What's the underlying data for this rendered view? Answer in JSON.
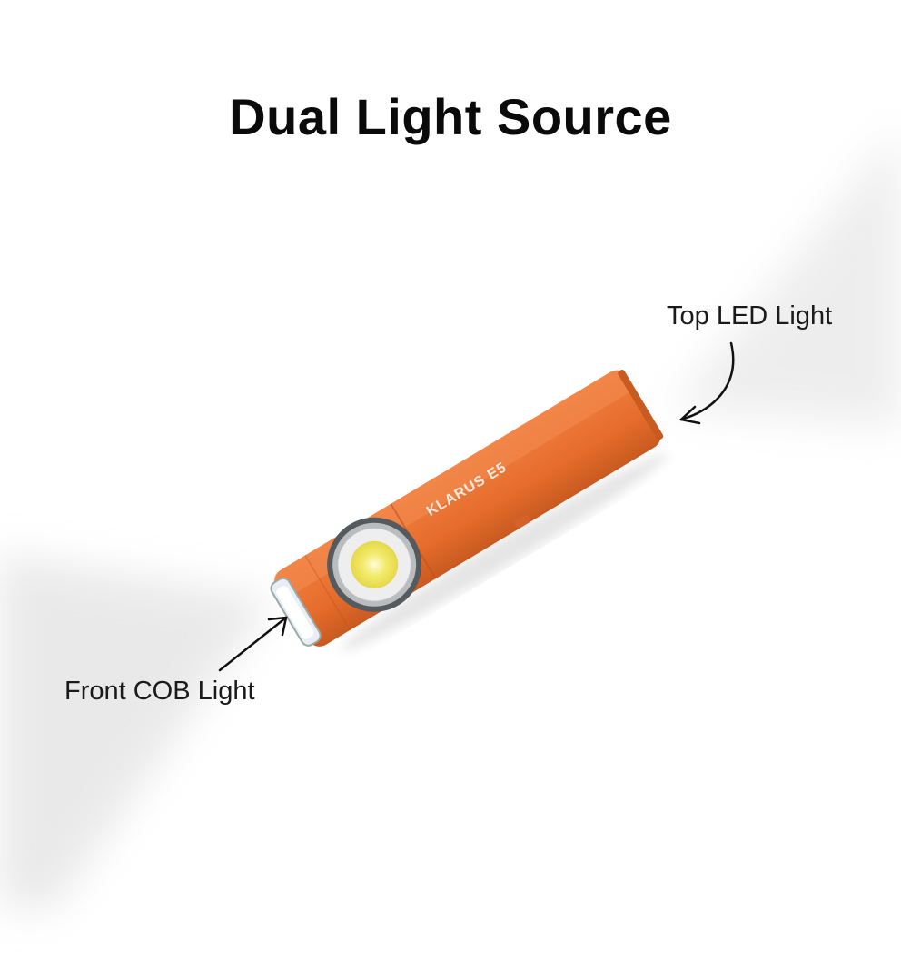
{
  "title": "Dual Light Source",
  "labels": {
    "top": "Top LED Light",
    "front": "Front COB Light"
  },
  "product": {
    "brand_logo": "KLARUS",
    "model": "E5",
    "body_color": "#e8702f"
  }
}
